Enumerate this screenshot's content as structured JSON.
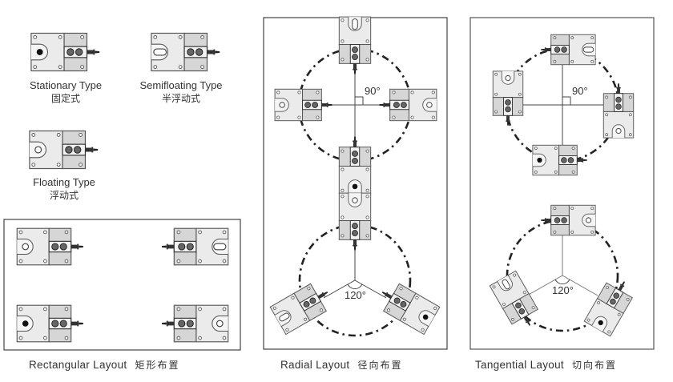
{
  "types": [
    {
      "key": "stationary",
      "label_en": "Stationary Type",
      "label_zh": "固定式"
    },
    {
      "key": "semifloating",
      "label_en": "Semifloating Type",
      "label_zh": "半浮动式"
    },
    {
      "key": "floating",
      "label_en": "Floating Type",
      "label_zh": "浮动式"
    }
  ],
  "layouts": {
    "rectangular": {
      "label_en": "Rectangular Layout",
      "label_zh": "矩形布置"
    },
    "radial": {
      "label_en": "Radial Layout",
      "label_zh": "径向布置",
      "angle_top": "90°",
      "angle_bottom": "120°"
    },
    "tangential": {
      "label_en": "Tangential Layout",
      "label_zh": "切向布置",
      "angle_top": "90°",
      "angle_bottom": "120°"
    }
  },
  "colors": {
    "plate_fill": "#ebebeb",
    "block_fill": "#d6d6d6",
    "outline": "#555555",
    "frame": "#444444",
    "dash": "#222222"
  }
}
